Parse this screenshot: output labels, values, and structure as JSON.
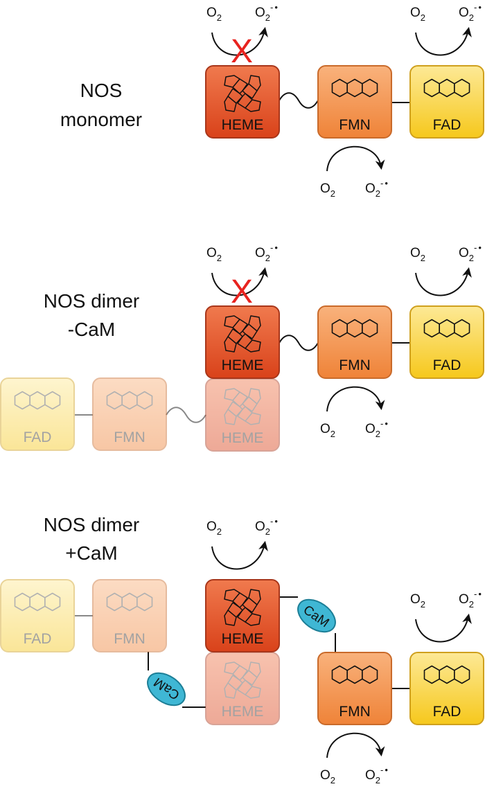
{
  "panels": [
    {
      "title_line1": "NOS",
      "title_line2": "monomer"
    },
    {
      "title_line1": "NOS dimer",
      "title_line2": "-CaM"
    },
    {
      "title_line1": "NOS dimer",
      "title_line2": "+CaM"
    }
  ],
  "labels": {
    "heme": "HEME",
    "fmn": "FMN",
    "fad": "FAD",
    "cam": "CaM",
    "oxygen": "O",
    "oxygen_sub": "2",
    "superoxide": "O",
    "superoxide_sub": "2",
    "superoxide_sup": "-",
    "radical_dot": "•",
    "blocked_mark": "X"
  },
  "colors": {
    "heme_top": "#f07a4e",
    "heme_bottom": "#d9421a",
    "heme_border": "#a8361a",
    "fmn_top": "#f9b27c",
    "fmn_bottom": "#ef8338",
    "fmn_border": "#c96a2a",
    "fad_top": "#fde996",
    "fad_bottom": "#f6c81c",
    "fad_border": "#cfa01d",
    "faded_opacity": "0.45",
    "cam_fill": "#3fb7d4",
    "cam_border": "#1c7e96",
    "block_red": "#e8231f"
  },
  "icons": {
    "heme_glyph": "porphyrin-icon",
    "flavin_glyph": "isoalloxazine-icon"
  }
}
